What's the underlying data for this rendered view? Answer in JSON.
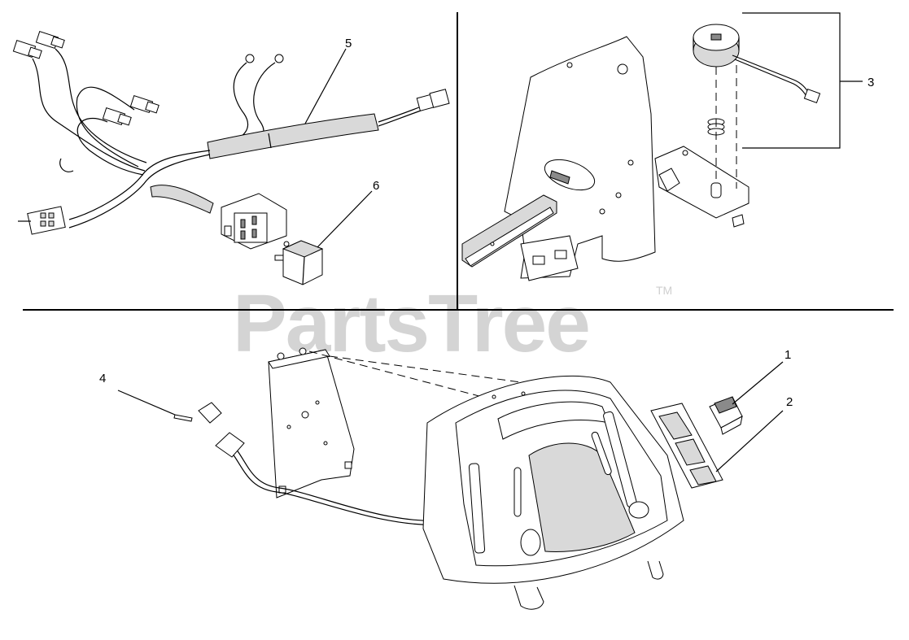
{
  "watermark": {
    "text": "PartsTree",
    "trademark": "TM"
  },
  "callouts": [
    {
      "id": "1",
      "label": "1"
    },
    {
      "id": "2",
      "label": "2"
    },
    {
      "id": "3",
      "label": "3"
    },
    {
      "id": "4",
      "label": "4"
    },
    {
      "id": "5",
      "label": "5"
    },
    {
      "id": "6",
      "label": "6"
    }
  ]
}
